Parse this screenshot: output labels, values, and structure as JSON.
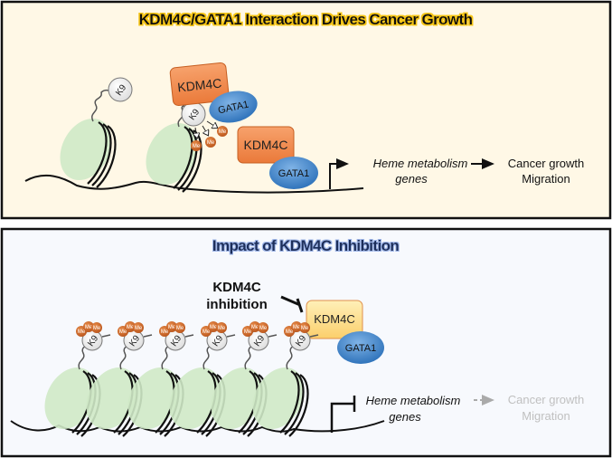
{
  "panel_top": {
    "title": "KDM4C/GATA1 Interaction Drives Cancer Growth",
    "background": "#fff8e6",
    "histone_mark": "K9",
    "methyl_label": "Me",
    "enzyme_label": "KDM4C",
    "tf_label": "GATA1",
    "target_genes_line1": "Heme metabolism",
    "target_genes_line2": "genes",
    "outcome_line1": "Cancer growth",
    "outcome_line2": "Migration"
  },
  "panel_bottom": {
    "title": "Impact of KDM4C Inhibition",
    "background": "#f7f9fd",
    "inhibitor_line1": "KDM4C",
    "inhibitor_line2": "inhibition",
    "histone_mark": "K9",
    "methyl_label": "Me",
    "enzyme_label": "KDM4C",
    "tf_label": "GATA1",
    "target_genes_line1": "Heme metabolism",
    "target_genes_line2": "genes",
    "outcome_line1": "Cancer growth",
    "outcome_line2": "Migration",
    "nucleosome_count": 6
  },
  "colors": {
    "kdm4c_active": "#f08a4b",
    "kdm4c_inhibited": "#fcd98a",
    "gata1": "#3b82c8",
    "methyl": "#d2691e",
    "nucleosome": "#cfe9c6",
    "title_top_glow": "#f5c518",
    "title_bottom_text": "#1f2d5a",
    "faded_text": "#c0c0c0"
  }
}
